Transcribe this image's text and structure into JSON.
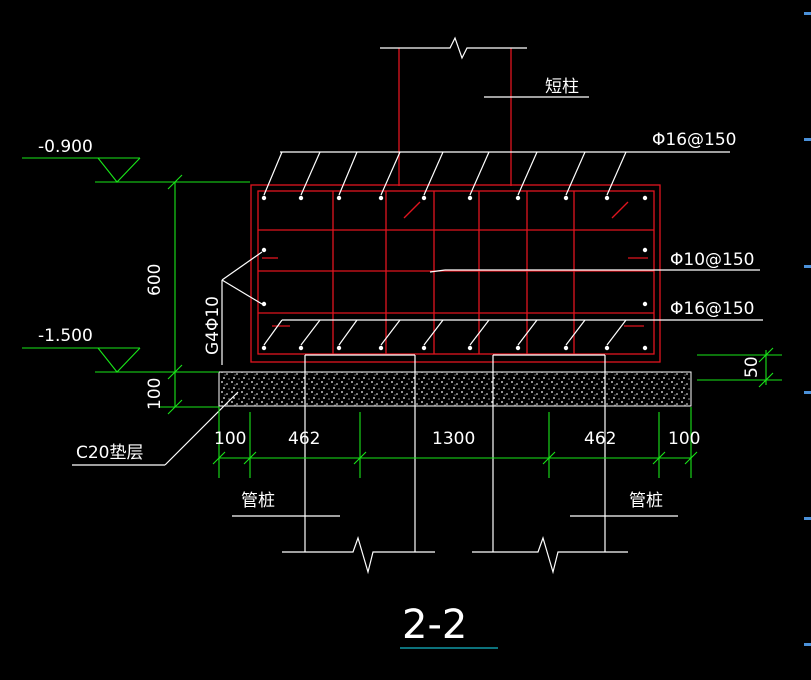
{
  "labels": {
    "elev_top": "-0.900",
    "elev_bottom": "-1.500",
    "short_column": "短柱",
    "rebar_top": "Φ16@150",
    "rebar_middle": "Φ10@150",
    "rebar_bottom": "Φ16@150",
    "tie_bar": "G4Φ10",
    "cushion": "C20垫层",
    "pile_left": "管桩",
    "pile_right": "管桩",
    "section_title": "2-2"
  },
  "dimensions": {
    "height_600": "600",
    "height_100": "100",
    "cushion_50": "50",
    "horizontal": [
      "100",
      "462",
      "1300",
      "462",
      "100"
    ]
  },
  "colors": {
    "background": "#000000",
    "rebar": "#e0141e",
    "dimension": "#19e619",
    "annotation": "#ffffff",
    "title_underline": "#13b7c7",
    "edge_marker": "#4a90d9"
  }
}
